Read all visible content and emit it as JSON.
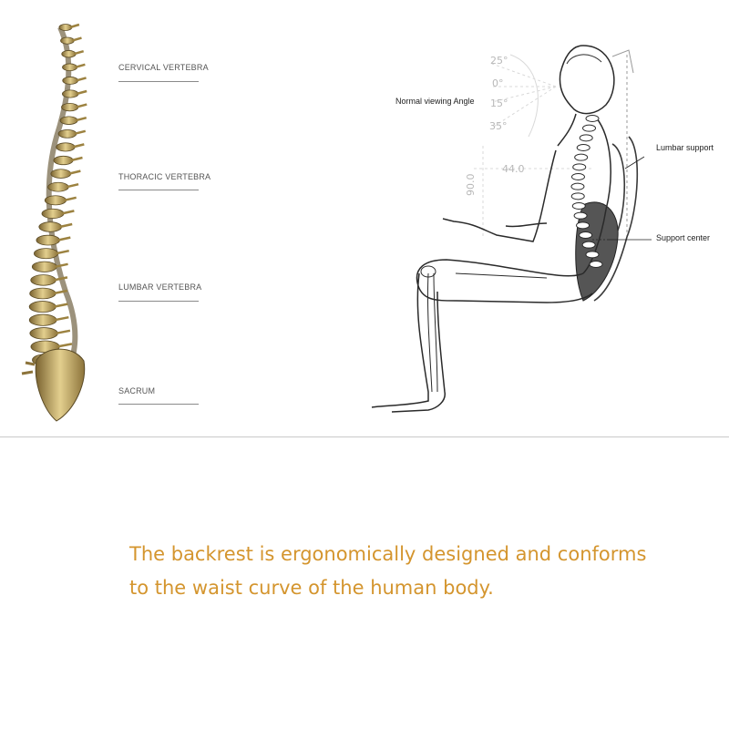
{
  "spine": {
    "labels": [
      "CERVICAL VERTEBRA",
      "THORACIC VERTEBRA",
      "LUMBAR VERTEBRA",
      "SACRUM"
    ],
    "color": "#b89a4a"
  },
  "diagram": {
    "angles": [
      "25°",
      "0°",
      "15°",
      "35°"
    ],
    "measures": [
      "44.0",
      "90.0"
    ],
    "callouts": {
      "viewing": "Normal viewing Angle",
      "lumbar": "Lumbar support",
      "center": "Support center"
    }
  },
  "caption": {
    "line1": "The backrest is ergonomically designed and conforms",
    "line2": "to the waist curve of the human body.",
    "color": "#d4952e"
  }
}
